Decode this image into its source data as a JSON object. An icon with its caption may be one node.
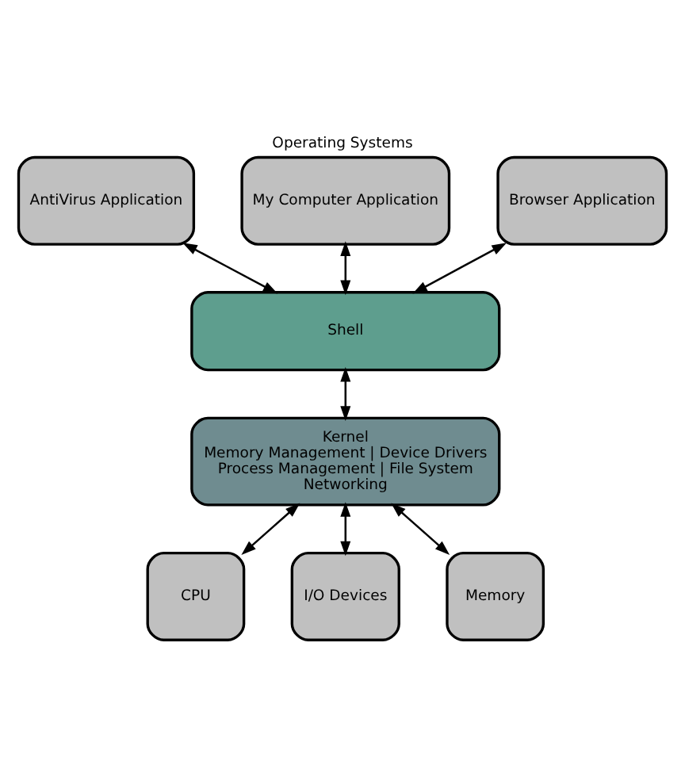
{
  "diagram": {
    "title": "Operating Systems",
    "nodes": [
      {
        "text": [
          "AntiVirus Application"
        ]
      },
      {
        "text": [
          "My Computer Application"
        ]
      },
      {
        "text": [
          "Browser Application"
        ]
      },
      {
        "text": [
          "Shell"
        ]
      },
      {
        "text": [
          "Kernel",
          "Memory Management | Device Drivers",
          "Process Management | File System",
          "Networking"
        ]
      },
      {
        "text": [
          "CPU"
        ]
      },
      {
        "text": [
          "I/O Devices"
        ]
      },
      {
        "text": [
          "Memory"
        ]
      }
    ],
    "edges": [
      {
        "from": 0,
        "to": 3,
        "arrow": "both"
      },
      {
        "from": 1,
        "to": 3,
        "arrow": "both"
      },
      {
        "from": 2,
        "to": 3,
        "arrow": "both"
      },
      {
        "from": 3,
        "to": 4,
        "arrow": "both"
      },
      {
        "from": 4,
        "to": 5,
        "arrow": "both"
      },
      {
        "from": 4,
        "to": 6,
        "arrow": "both"
      },
      {
        "from": 4,
        "to": 7,
        "arrow": "both"
      }
    ]
  }
}
